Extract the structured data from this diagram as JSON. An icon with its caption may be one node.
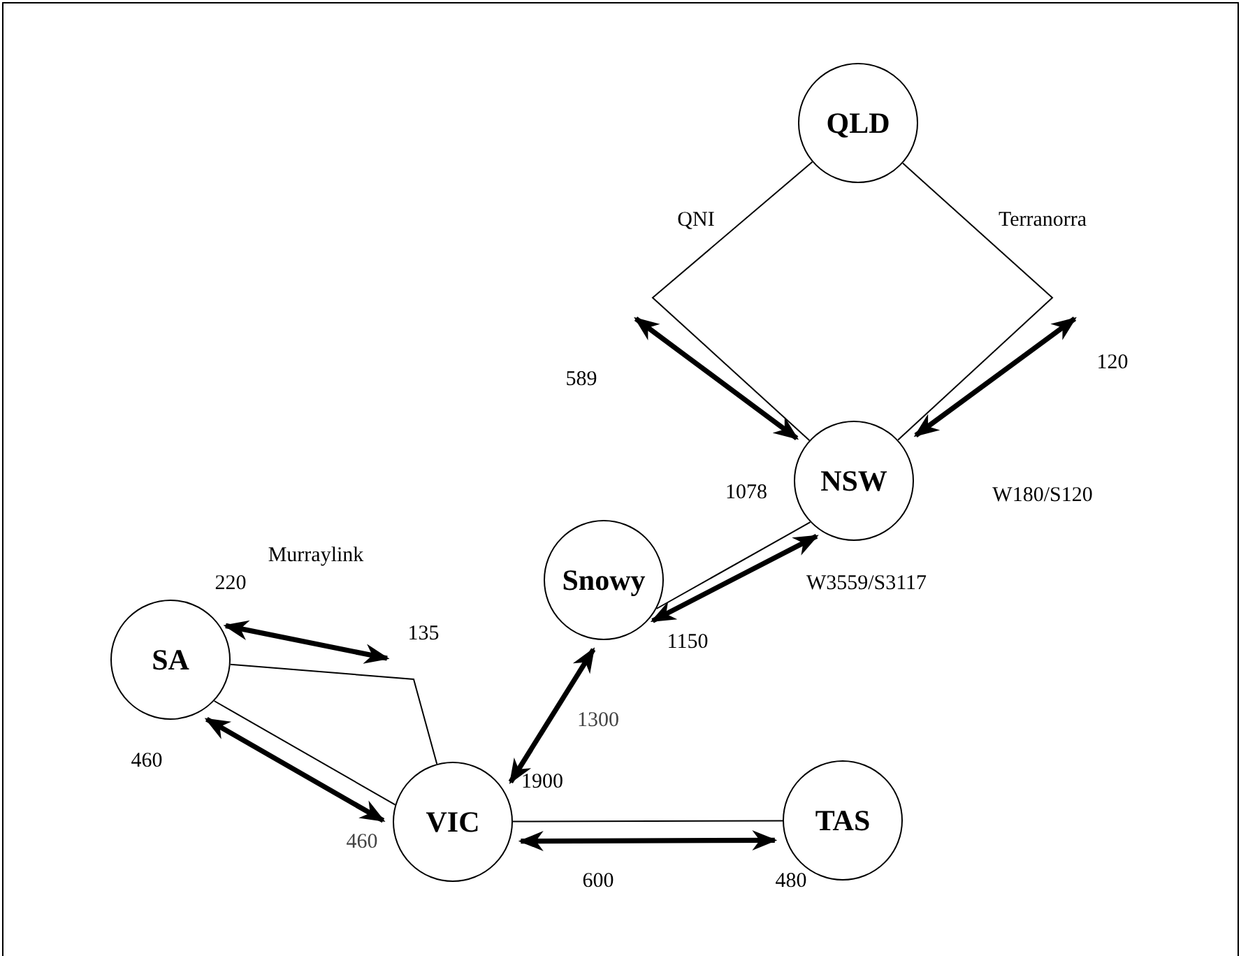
{
  "diagram": {
    "nodes": [
      {
        "text": [
          "QLD"
        ]
      },
      {
        "text": [
          "NSW"
        ]
      },
      {
        "text": [
          "Snowy"
        ]
      },
      {
        "text": [
          "SA"
        ]
      },
      {
        "text": [
          "VIC"
        ]
      },
      {
        "text": [
          "TAS"
        ]
      }
    ],
    "edges": [
      {
        "from": 0,
        "to": 1,
        "arrow": "none"
      },
      {
        "from": 1,
        "to": null,
        "arrow": "both"
      },
      {
        "from": 0,
        "to": 1,
        "arrow": "none"
      },
      {
        "from": 1,
        "to": null,
        "arrow": "both"
      },
      {
        "from": 1,
        "to": 2,
        "arrow": "none"
      },
      {
        "from": 1,
        "to": 2,
        "arrow": "both"
      },
      {
        "from": 3,
        "to": 4,
        "arrow": "none"
      },
      {
        "from": 3,
        "to": null,
        "arrow": "both"
      },
      {
        "from": 3,
        "to": 4,
        "arrow": "none"
      },
      {
        "from": 3,
        "to": 4,
        "arrow": "both"
      },
      {
        "from": 2,
        "to": 4,
        "arrow": "both"
      },
      {
        "from": 4,
        "to": 5,
        "arrow": "none"
      },
      {
        "from": 4,
        "to": 5,
        "arrow": "both"
      }
    ],
    "labels": [
      "QNI",
      "Terranorra",
      "589",
      "120",
      "1078",
      "W180/S120",
      "W3559/S3117",
      "Murraylink",
      "220",
      "135",
      "1150",
      "1300",
      "1900",
      "460",
      "460",
      "600",
      "480"
    ]
  }
}
